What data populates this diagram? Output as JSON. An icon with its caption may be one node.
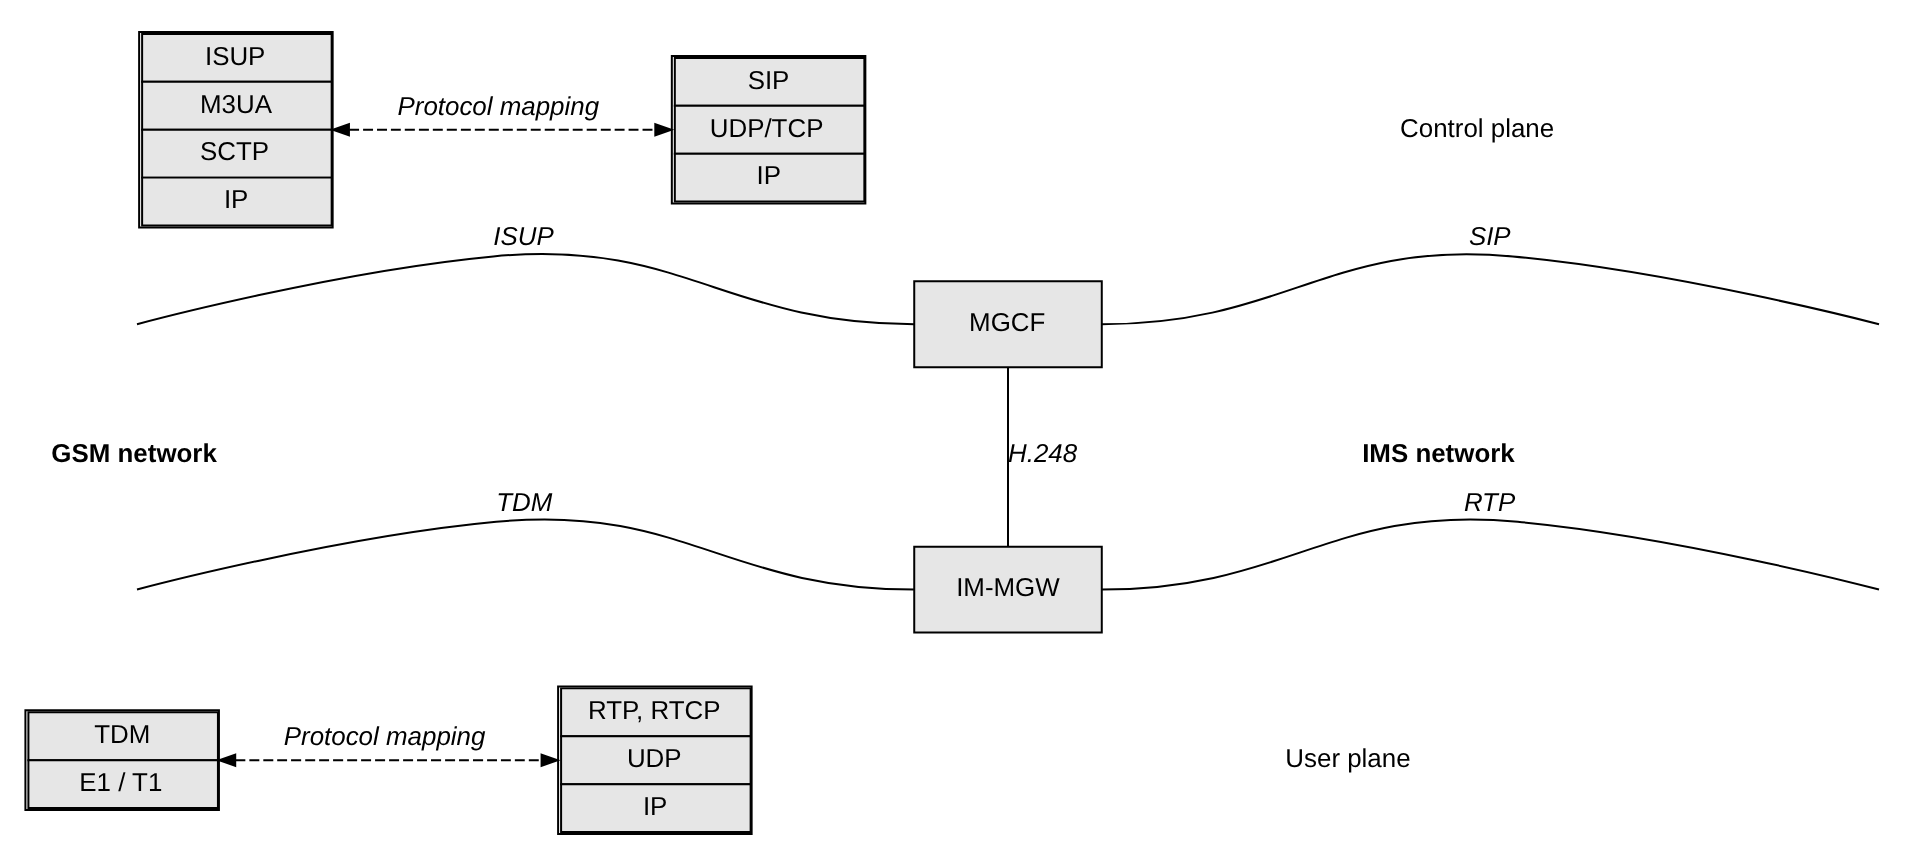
{
  "diagram": {
    "nodes": [
      {
        "text": [
          "ISUP",
          "M3UA",
          "SCTP",
          "IP"
        ]
      },
      {
        "text": [
          "SIP",
          "UDP/TCP",
          "IP"
        ]
      },
      {
        "text": [
          "MGCF"
        ]
      },
      {
        "text": [
          "IM-MGW"
        ]
      },
      {
        "text": [
          "TDM",
          "E1 / T1"
        ]
      },
      {
        "text": [
          "RTP, RTCP",
          "UDP",
          "IP"
        ]
      }
    ],
    "edges": [
      {
        "from": 0,
        "to": 1,
        "arrow": "both",
        "style": "dashed",
        "label": "Protocol mapping"
      },
      {
        "from": null,
        "to": 2,
        "arrow": "none",
        "label": "ISUP"
      },
      {
        "from": 2,
        "to": null,
        "arrow": "none",
        "label": "SIP"
      },
      {
        "from": 2,
        "to": 3,
        "arrow": "none",
        "label": "H.248"
      },
      {
        "from": null,
        "to": 3,
        "arrow": "none",
        "label": "TDM"
      },
      {
        "from": 3,
        "to": null,
        "arrow": "none",
        "label": "RTP"
      },
      {
        "from": 4,
        "to": 5,
        "arrow": "both",
        "style": "dashed",
        "label": "Protocol mapping"
      }
    ],
    "labels": [
      "Control plane",
      "GSM network",
      "IMS network",
      "User plane"
    ]
  }
}
